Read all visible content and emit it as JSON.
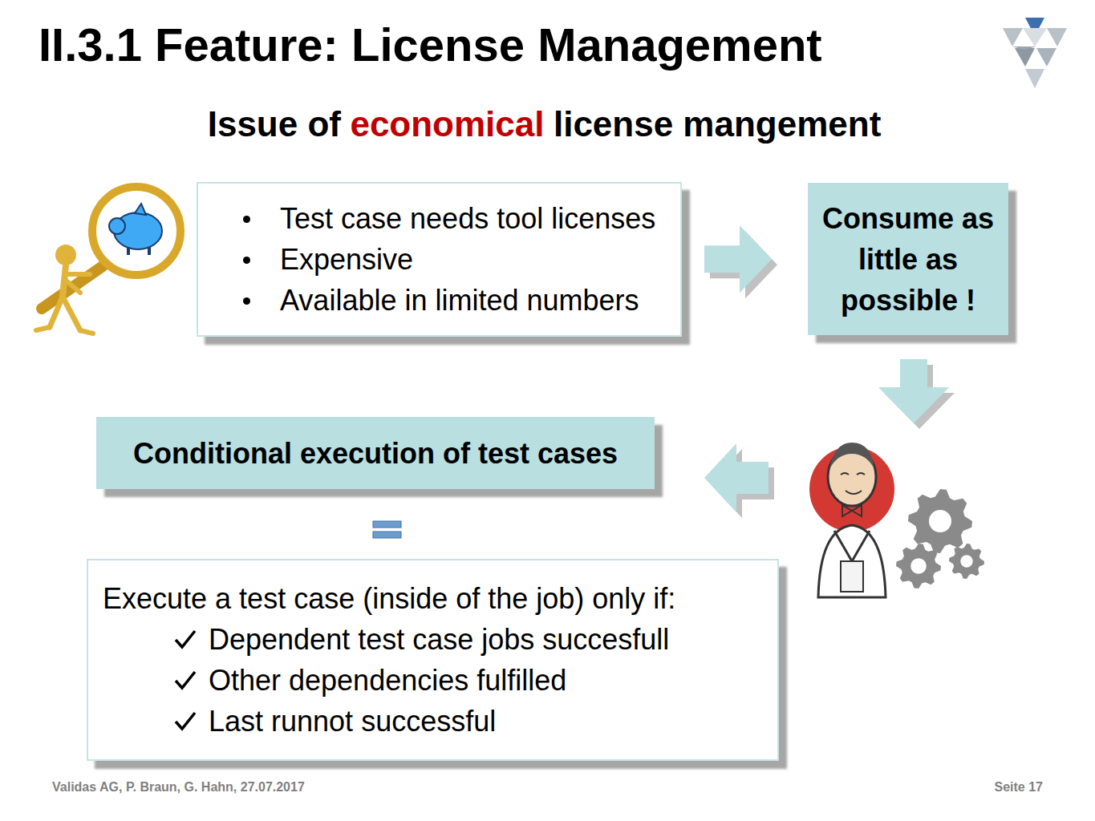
{
  "diagram": {
    "title": "II.3.1 Feature: License Management",
    "nodes": [
      {
        "text": [
          "Test case needs tool licenses",
          "Expensive",
          "Available in limited numbers"
        ]
      },
      {
        "text": [
          "Consume as little as possible !"
        ]
      },
      {
        "text": [
          "Conditional execution of test cases"
        ]
      },
      {
        "text": [
          "Execute a test case (inside of the job) only if:",
          "Dependent test case jobs succesfull",
          "Other dependencies fulfilled",
          "Last runnot successful"
        ]
      }
    ],
    "edges": [
      {
        "from": 0,
        "to": 1,
        "arrow": "to"
      }
    ],
    "labels": [
      "Issue of",
      "economical",
      "license mangement",
      "Validas AG, P. Braun, G. Hahn, 27.07.2017",
      "Seite 17"
    ]
  }
}
